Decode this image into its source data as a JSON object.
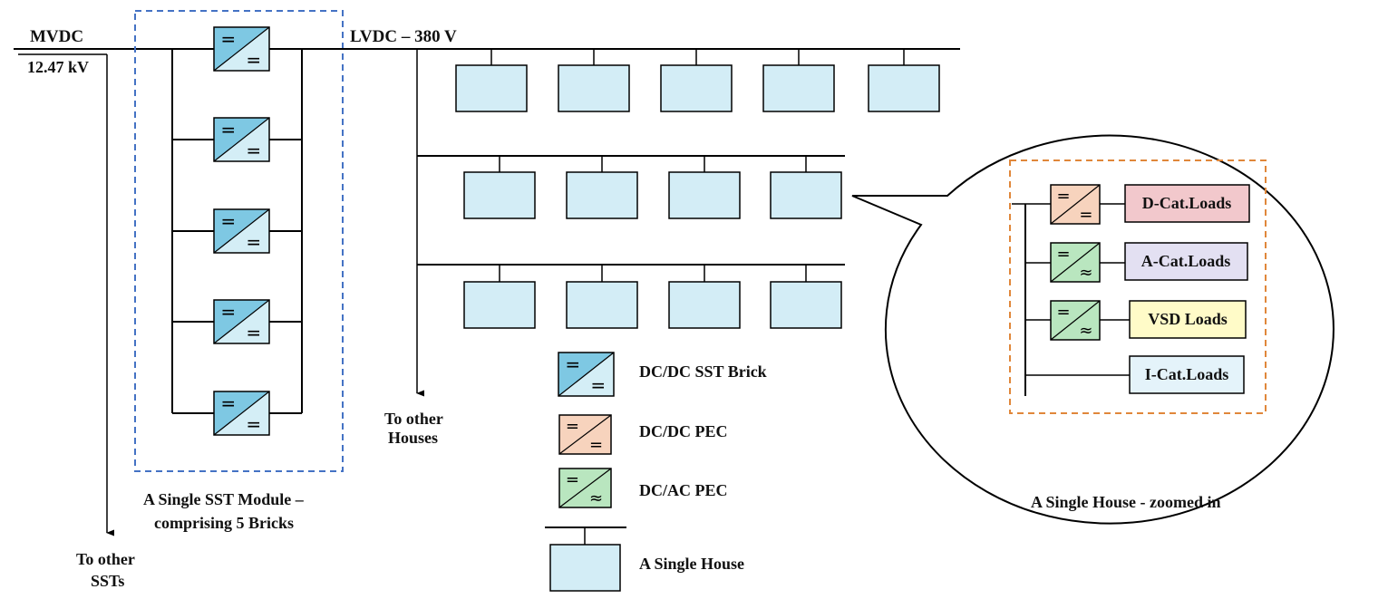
{
  "labels": {
    "mvdc": "MVDC",
    "mvdc_voltage": "12.47 kV",
    "lvdc": "LVDC – 380 V",
    "to_other_ssts_1": "To other",
    "to_other_ssts_2": "SSTs",
    "to_other_houses_1": "To other",
    "to_other_houses_2": "Houses",
    "sst_module_1": "A Single SST Module –",
    "sst_module_2": "comprising 5 Bricks",
    "house_zoom": "A Single House - zoomed in"
  },
  "legend": {
    "sst_brick": "DC/DC SST Brick",
    "dcdc_pec": "DC/DC PEC",
    "dcac_pec": "DC/AC PEC",
    "house": "A Single House"
  },
  "loads": {
    "d_cat": "D-Cat.Loads",
    "a_cat": "A-Cat.Loads",
    "vsd": "VSD Loads",
    "i_cat": "I-Cat.Loads"
  },
  "symbols": {
    "dc": "=",
    "ac": "≈"
  },
  "colors": {
    "brick_dark": "#7ec8e3",
    "brick_light": "#d4eef6",
    "house_fill": "#d3edf6",
    "dcdc_pec": "#f7d3bd",
    "dcac_pec": "#b9e6bf",
    "d_cat_fill": "#f2c8cc",
    "a_cat_fill": "#e3e0f2",
    "vsd_fill": "#fffbc8",
    "i_cat_fill": "#e4f3fa",
    "sst_border": "#4472c4",
    "house_border": "#e0873a"
  }
}
